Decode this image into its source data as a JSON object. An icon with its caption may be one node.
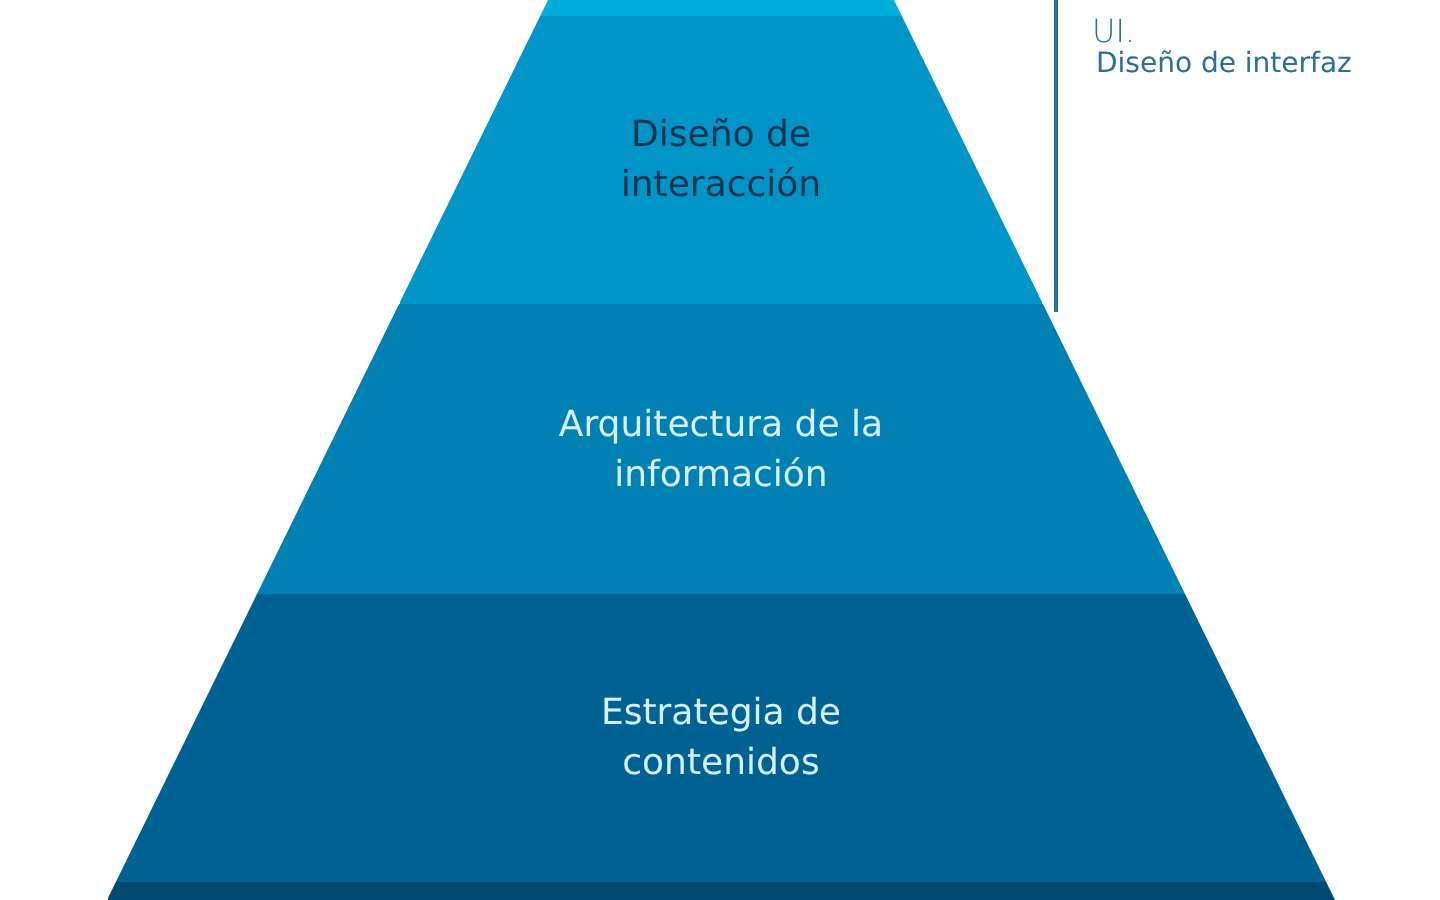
{
  "diagram": {
    "nodes": [
      {
        "text": [],
        "shape": "bar"
      },
      {
        "text": [
          "Diseño de interacción"
        ]
      },
      {
        "text": [
          "Arquitectura de la información"
        ]
      },
      {
        "text": [
          "Estrategia de contenidos"
        ]
      },
      {
        "text": [],
        "shape": "bar"
      }
    ],
    "labels": [
      "UI.",
      "Diseño de interfaz"
    ]
  }
}
